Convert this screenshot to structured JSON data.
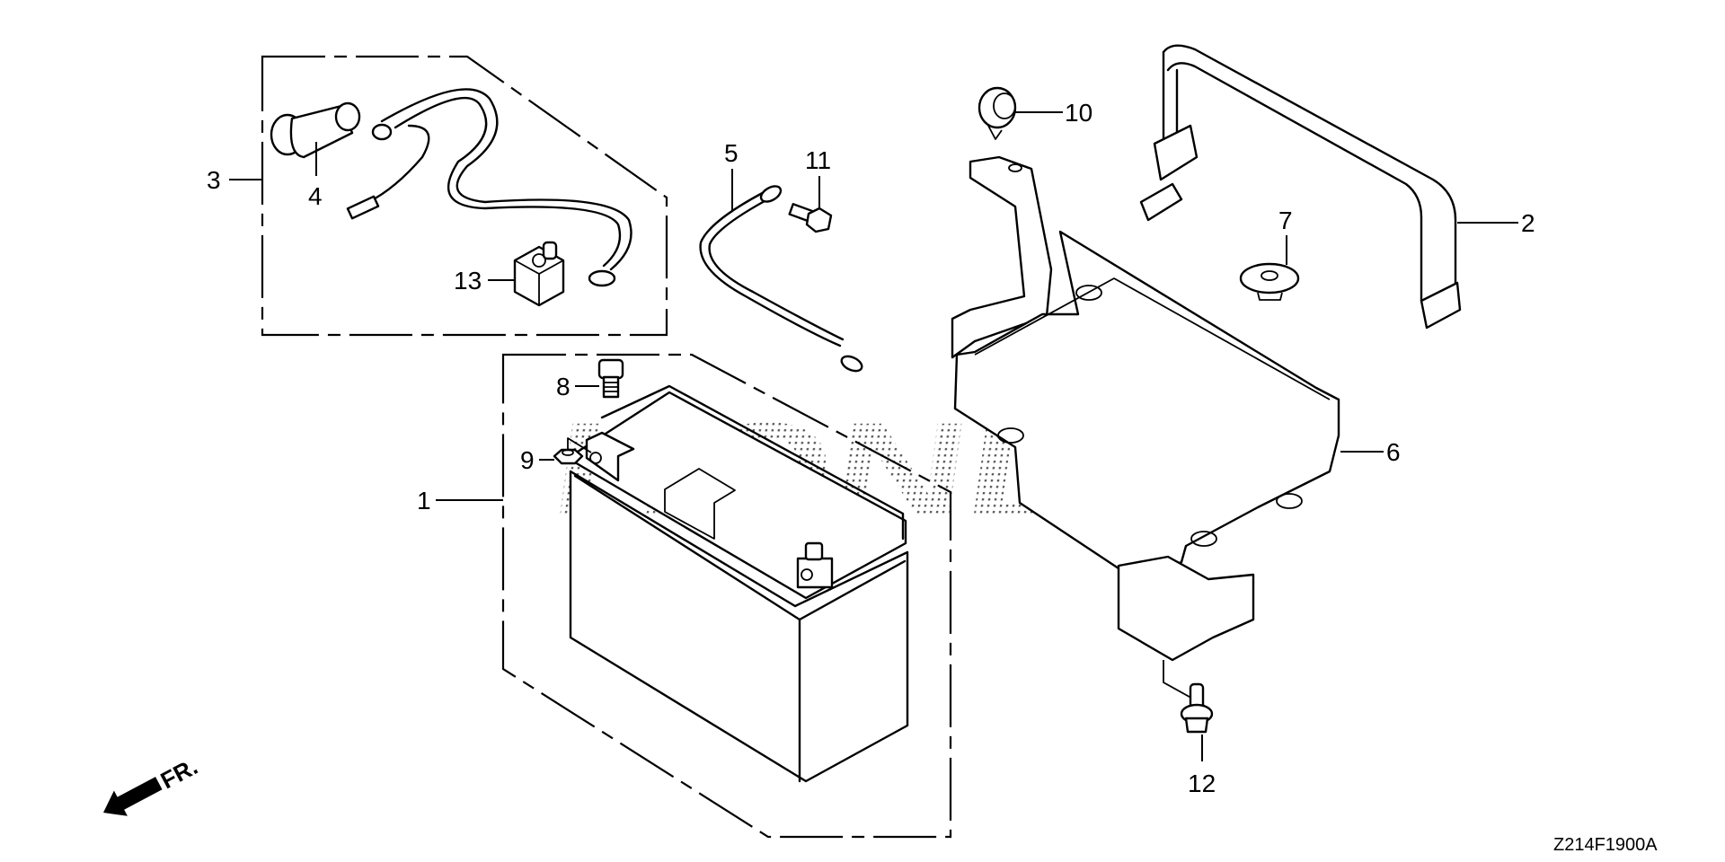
{
  "diagram": {
    "title_code": "Z214F1900A",
    "direction_label": "FR.",
    "watermark": "HONDA",
    "callouts": [
      {
        "ref": "1",
        "part": "battery"
      },
      {
        "ref": "2",
        "part": "battery-strap"
      },
      {
        "ref": "3",
        "part": "battery-cable-set"
      },
      {
        "ref": "4",
        "part": "terminal-cover"
      },
      {
        "ref": "5",
        "part": "ground-cable"
      },
      {
        "ref": "6",
        "part": "battery-tray"
      },
      {
        "ref": "7",
        "part": "rubber-grommet"
      },
      {
        "ref": "8",
        "part": "terminal-bolt"
      },
      {
        "ref": "9",
        "part": "terminal-nut"
      },
      {
        "ref": "10",
        "part": "cable-clamp"
      },
      {
        "ref": "11",
        "part": "flange-bolt"
      },
      {
        "ref": "12",
        "part": "flange-bolt-lower"
      },
      {
        "ref": "13",
        "part": "terminal-cover-plus"
      }
    ],
    "colors": {
      "ink": "#000000",
      "paper": "#ffffff",
      "watermark": "#8a8a8a"
    }
  }
}
